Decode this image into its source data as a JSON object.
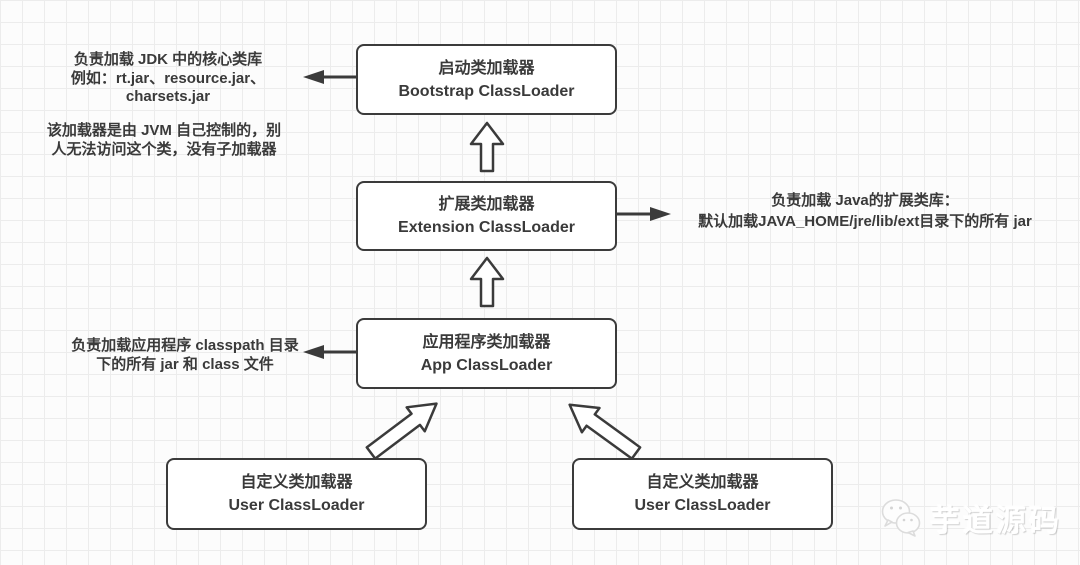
{
  "boxes": {
    "bootstrap": {
      "title_zh": "启动类加载器",
      "title_en": "Bootstrap ClassLoader"
    },
    "extension": {
      "title_zh": "扩展类加载器",
      "title_en": "Extension ClassLoader"
    },
    "app": {
      "title_zh": "应用程序类加载器",
      "title_en": "App ClassLoader"
    },
    "user_left": {
      "title_zh": "自定义类加载器",
      "title_en": "User ClassLoader"
    },
    "user_right": {
      "title_zh": "自定义类加载器",
      "title_en": "User ClassLoader"
    }
  },
  "notes": {
    "bootstrap": {
      "line1": "负责加载 JDK 中的核心类库",
      "line2": "例如：rt.jar、resource.jar、",
      "line3": "charsets.jar"
    },
    "jvm_control": {
      "line1": "该加载器是由 JVM 自己控制的，别",
      "line2": "人无法访问这个类，没有子加载器"
    },
    "extension": {
      "line1": "负责加载 Java的扩展类库：",
      "line2": "默认加载JAVA_HOME/jre/lib/ext目录下的所有 jar"
    },
    "app": {
      "line1": "负责加载应用程序 classpath 目录",
      "line2": "下的所有 jar 和 class 文件"
    }
  },
  "watermark": {
    "text": "芋道源码",
    "icon": "wechat-bubbles-icon"
  },
  "colors": {
    "stroke": "#3b3b3b",
    "box_fill": "#ffffff",
    "grid_line": "#ececec",
    "background": "#fcfcfc",
    "text": "#3a3a3a",
    "watermark_text": "#ffffff"
  }
}
